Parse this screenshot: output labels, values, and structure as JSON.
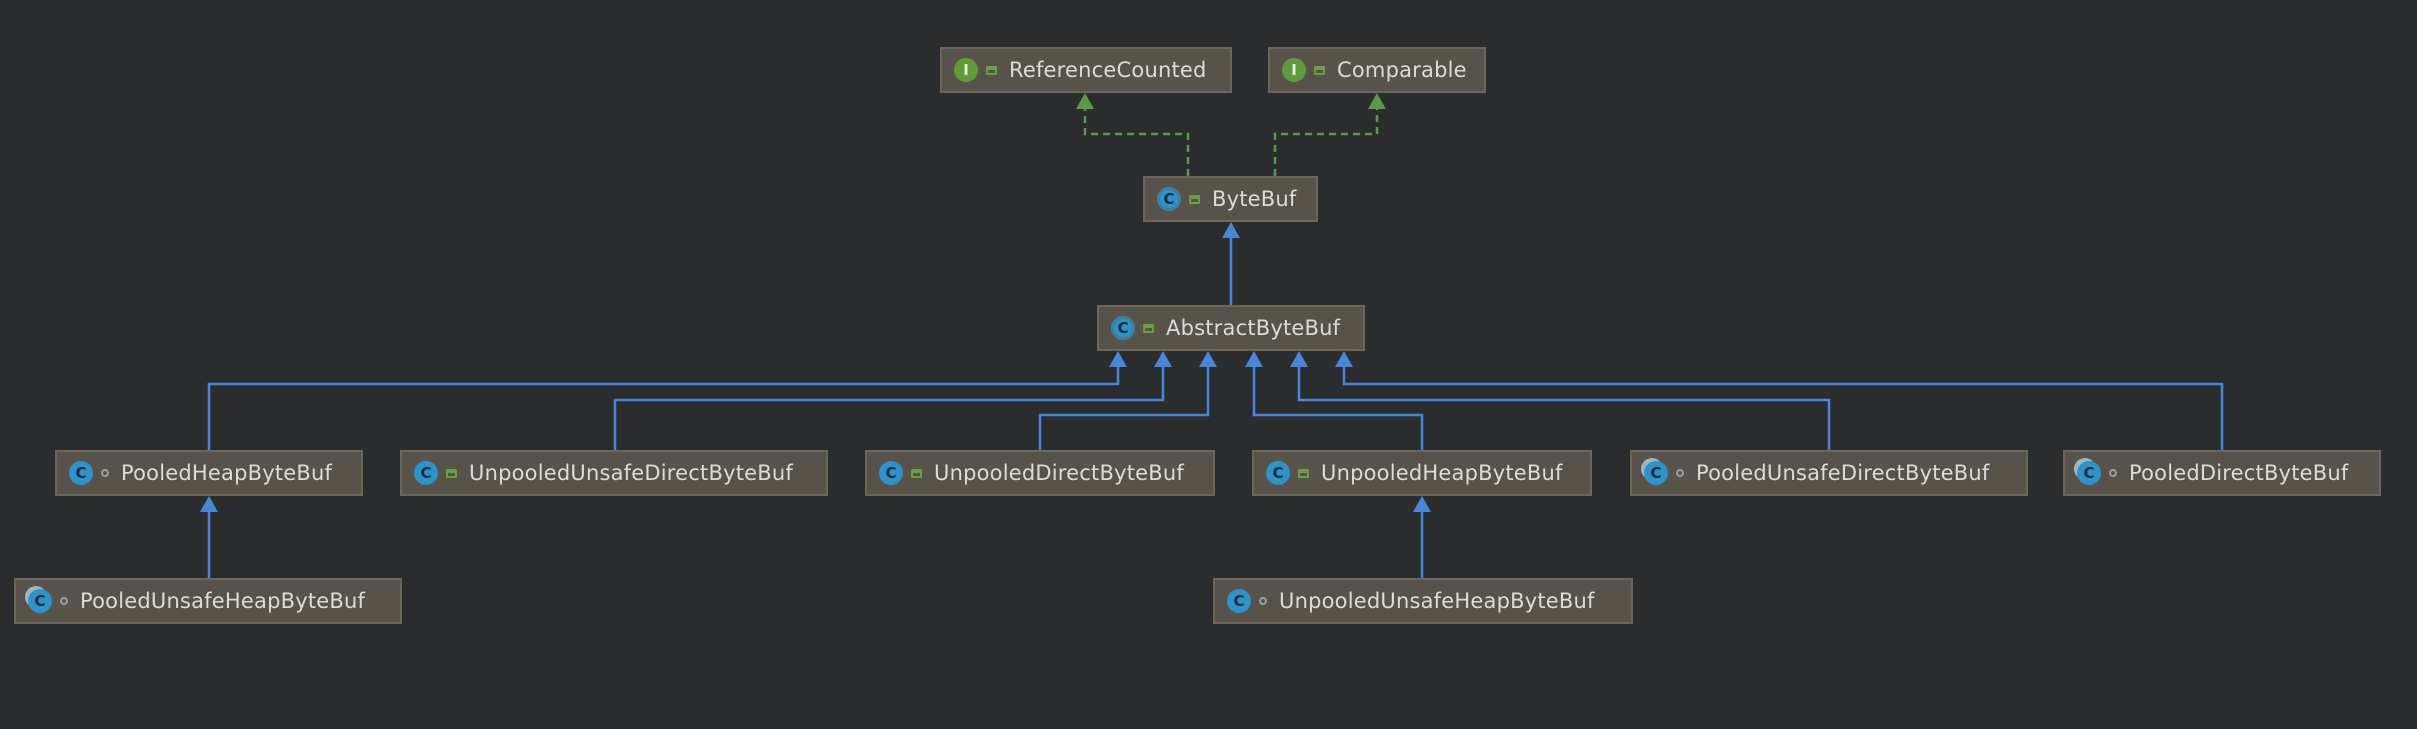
{
  "diagram": {
    "colors": {
      "background": "#2b2c2e",
      "node_fill": "#57524a",
      "node_border": "#6d665b",
      "implements_edge": "#5a9a46",
      "extends_edge": "#4a86d6"
    },
    "nodes": [
      {
        "id": "ReferenceCounted",
        "label": "ReferenceCounted",
        "kind": "interface",
        "kind_glyph": "I",
        "modifier": "public"
      },
      {
        "id": "Comparable",
        "label": "Comparable",
        "kind": "interface",
        "kind_glyph": "I",
        "modifier": "public"
      },
      {
        "id": "ByteBuf",
        "label": "ByteBuf",
        "kind": "abstract",
        "kind_glyph": "C",
        "modifier": "public"
      },
      {
        "id": "AbstractByteBuf",
        "label": "AbstractByteBuf",
        "kind": "abstract",
        "kind_glyph": "C",
        "modifier": "public"
      },
      {
        "id": "PooledHeapByteBuf",
        "label": "PooledHeapByteBuf",
        "kind": "class",
        "kind_glyph": "C",
        "modifier": "package"
      },
      {
        "id": "UnpooledUnsafeDirectByteBuf",
        "label": "UnpooledUnsafeDirectByteBuf",
        "kind": "class",
        "kind_glyph": "C",
        "modifier": "public"
      },
      {
        "id": "UnpooledDirectByteBuf",
        "label": "UnpooledDirectByteBuf",
        "kind": "class",
        "kind_glyph": "C",
        "modifier": "public"
      },
      {
        "id": "UnpooledHeapByteBuf",
        "label": "UnpooledHeapByteBuf",
        "kind": "class",
        "kind_glyph": "C",
        "modifier": "public"
      },
      {
        "id": "PooledUnsafeDirectByteBuf",
        "label": "PooledUnsafeDirectByteBuf",
        "kind": "final",
        "kind_glyph": "C",
        "modifier": "package"
      },
      {
        "id": "PooledDirectByteBuf",
        "label": "PooledDirectByteBuf",
        "kind": "final",
        "kind_glyph": "C",
        "modifier": "package"
      },
      {
        "id": "PooledUnsafeHeapByteBuf",
        "label": "PooledUnsafeHeapByteBuf",
        "kind": "final",
        "kind_glyph": "C",
        "modifier": "package"
      },
      {
        "id": "UnpooledUnsafeHeapByteBuf",
        "label": "UnpooledUnsafeHeapByteBuf",
        "kind": "class",
        "kind_glyph": "C",
        "modifier": "package"
      }
    ],
    "edges": [
      {
        "from": "ByteBuf",
        "to": "ReferenceCounted",
        "type": "implements"
      },
      {
        "from": "ByteBuf",
        "to": "Comparable",
        "type": "implements"
      },
      {
        "from": "AbstractByteBuf",
        "to": "ByteBuf",
        "type": "extends"
      },
      {
        "from": "PooledHeapByteBuf",
        "to": "AbstractByteBuf",
        "type": "extends"
      },
      {
        "from": "UnpooledUnsafeDirectByteBuf",
        "to": "AbstractByteBuf",
        "type": "extends"
      },
      {
        "from": "UnpooledDirectByteBuf",
        "to": "AbstractByteBuf",
        "type": "extends"
      },
      {
        "from": "UnpooledHeapByteBuf",
        "to": "AbstractByteBuf",
        "type": "extends"
      },
      {
        "from": "PooledUnsafeDirectByteBuf",
        "to": "AbstractByteBuf",
        "type": "extends"
      },
      {
        "from": "PooledDirectByteBuf",
        "to": "AbstractByteBuf",
        "type": "extends"
      },
      {
        "from": "PooledUnsafeHeapByteBuf",
        "to": "PooledHeapByteBuf",
        "type": "extends"
      },
      {
        "from": "UnpooledUnsafeHeapByteBuf",
        "to": "UnpooledHeapByteBuf",
        "type": "extends"
      }
    ]
  }
}
